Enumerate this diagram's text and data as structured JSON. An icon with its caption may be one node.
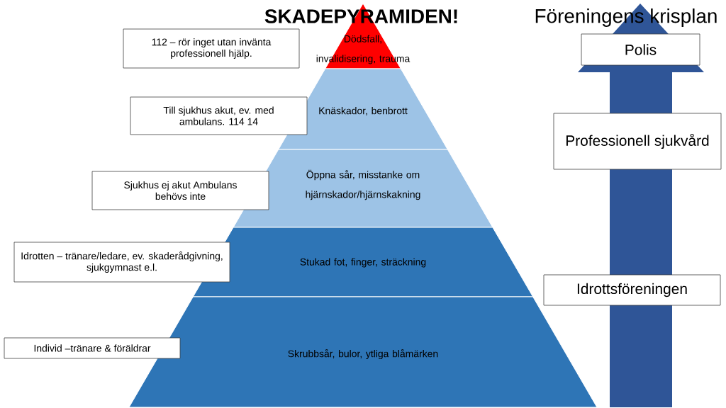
{
  "diagram": {
    "title": "SKADEPYRAMIDEN!",
    "nodes": [
      {
        "text": [
          "Dödsfall, invalidisering, trauma"
        ]
      },
      {
        "text": [
          "Knäskador, benbrott"
        ]
      },
      {
        "text": [
          "Öppna sår, misstanke om hjärnskador/hjärnskakning"
        ]
      },
      {
        "text": [
          "Stukad fot, finger, sträckning"
        ]
      },
      {
        "text": [
          "Skrubbsår, bulor, ytliga blåmärken"
        ]
      },
      {
        "text": [
          "112 – rör inget utan invänta professionell hjälp."
        ]
      },
      {
        "text": [
          "Till sjukhus akut, ev. med ambulans. 114 14"
        ]
      },
      {
        "text": [
          "Sjukhus ej akut Ambulans behövs inte"
        ]
      },
      {
        "text": [
          "Idrotten – tränare/ledare, ev. skaderådgivning, sjukgymnast e.l."
        ]
      },
      {
        "text": [
          "Individ –tränare & föräldrar"
        ]
      },
      {
        "text": [
          "Polis"
        ]
      },
      {
        "text": [
          "Professionell sjukvård"
        ]
      },
      {
        "text": [
          "Idrottsföreningen"
        ]
      }
    ],
    "labels": [
      "Föreningens krisplan"
    ]
  }
}
